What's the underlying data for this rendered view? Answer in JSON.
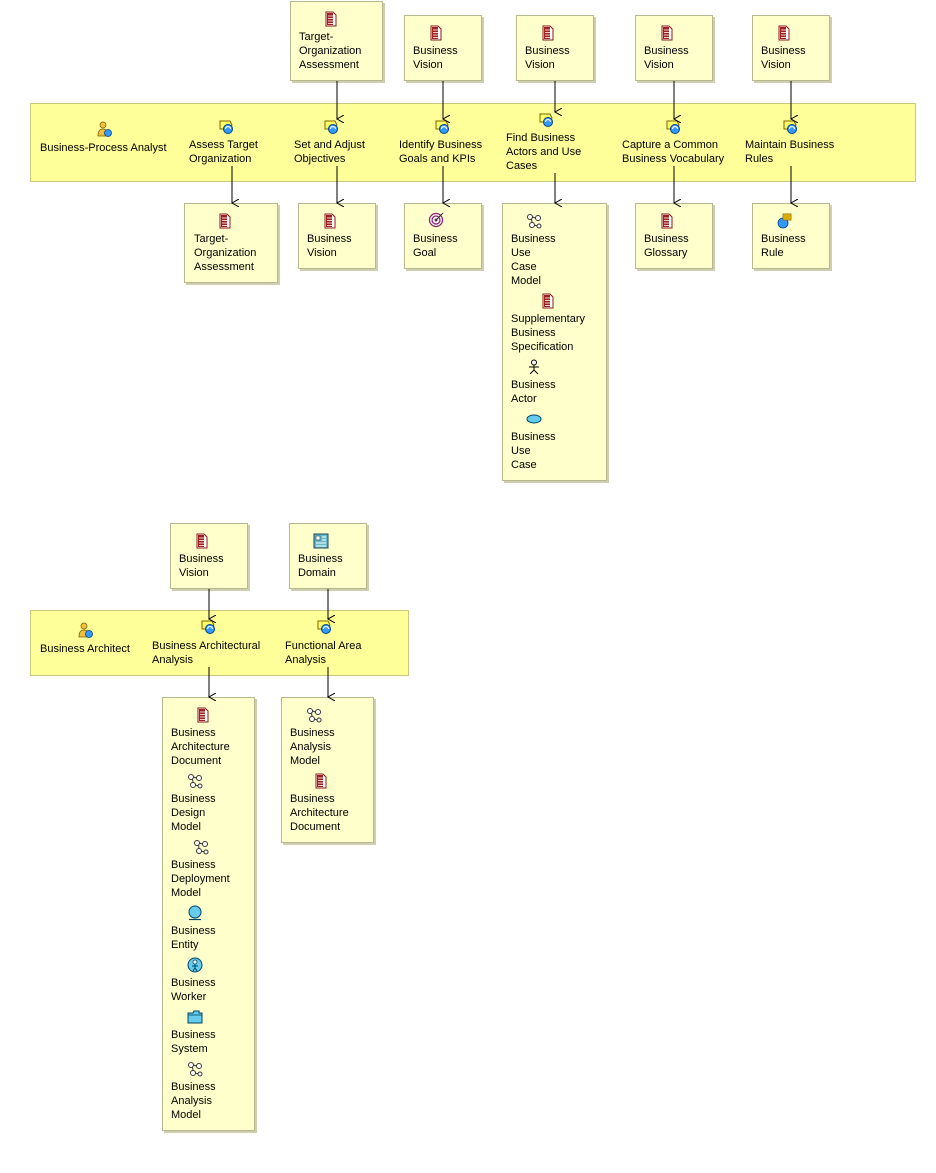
{
  "diagram1": {
    "role": {
      "label": "Business-Process Analyst",
      "icon": "worker-role-icon"
    },
    "inputs": [
      {
        "label": "Target-\nOrganization\nAssessment",
        "icon": "document-icon"
      },
      {
        "label": "Business\nVision",
        "icon": "document-icon"
      },
      {
        "label": "Business\nVision",
        "icon": "document-icon"
      },
      {
        "label": "Business\nVision",
        "icon": "document-icon"
      },
      {
        "label": "Business\nVision",
        "icon": "document-icon"
      }
    ],
    "activities": [
      {
        "label": "Assess Target\nOrganization",
        "icon": "activity-icon"
      },
      {
        "label": "Set and Adjust\nObjectives",
        "icon": "activity-icon"
      },
      {
        "label": "Identify Business\nGoals and KPIs",
        "icon": "activity-icon"
      },
      {
        "label": "Find Business\nActors and Use\nCases",
        "icon": "activity-icon"
      },
      {
        "label": "Capture a Common\nBusiness Vocabulary",
        "icon": "activity-icon"
      },
      {
        "label": "Maintain Business\nRules",
        "icon": "activity-icon"
      }
    ],
    "outputs": [
      {
        "label": "Target-\nOrganization\nAssessment",
        "icon": "document-icon"
      },
      {
        "label": "Business\nVision",
        "icon": "document-icon"
      },
      {
        "label": "Business\nGoal",
        "icon": "goal-target-icon"
      },
      {
        "label": "Business\nUse\nCase\nModel",
        "icon": "model-icon"
      },
      {
        "label": "Supplementary\nBusiness\nSpecification",
        "icon": "document-icon"
      },
      {
        "label": "Business\nActor",
        "icon": "actor-icon"
      },
      {
        "label": "Business\nUse\nCase",
        "icon": "use-case-icon"
      },
      {
        "label": "Business\nGlossary",
        "icon": "document-icon"
      },
      {
        "label": "Business\nRule",
        "icon": "business-rule-icon"
      }
    ]
  },
  "diagram2": {
    "role": {
      "label": "Business Architect",
      "icon": "worker-role-icon"
    },
    "inputs": [
      {
        "label": "Business\nVision",
        "icon": "document-icon"
      },
      {
        "label": "Business\nDomain",
        "icon": "domain-icon"
      }
    ],
    "activities": [
      {
        "label": "Business Architectural\nAnalysis",
        "icon": "activity-icon"
      },
      {
        "label": "Functional Area\nAnalysis",
        "icon": "activity-icon"
      }
    ],
    "outputs": [
      {
        "label": "Business\nArchitecture\nDocument",
        "icon": "document-icon"
      },
      {
        "label": "Business\nDesign\nModel",
        "icon": "model-icon"
      },
      {
        "label": "Business\nDeployment\nModel",
        "icon": "model-icon"
      },
      {
        "label": "Business\nEntity",
        "icon": "entity-icon"
      },
      {
        "label": "Business\nWorker",
        "icon": "worker-icon"
      },
      {
        "label": "Business\nSystem",
        "icon": "system-folder-icon"
      },
      {
        "label": "Business\nAnalysis\nModel",
        "icon": "model-icon"
      },
      {
        "label": "Business\nAnalysis\nModel",
        "icon": "model-icon"
      },
      {
        "label": "Business\nArchitecture\nDocument",
        "icon": "document-icon"
      }
    ]
  }
}
